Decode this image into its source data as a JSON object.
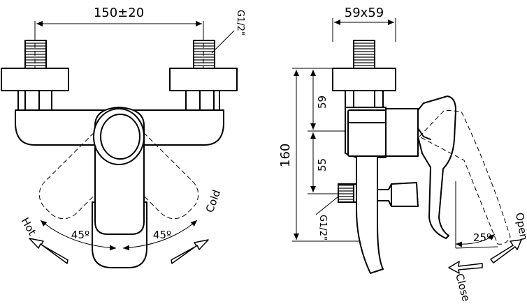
{
  "front_view": {
    "spacing_label": "150±20",
    "thread_label": "G1/2\"",
    "angle_left_label": "45º",
    "angle_right_label": "45º",
    "hot_label": "Hot",
    "cold_label": "Cold"
  },
  "side_view": {
    "width_label": "59x59",
    "height_total_label": "160",
    "upper_label": "59",
    "lower_label": "55",
    "outlet_thread_label": "G1/2\"",
    "angle_label": "25º",
    "open_label": "Open",
    "close_label": "Close"
  }
}
